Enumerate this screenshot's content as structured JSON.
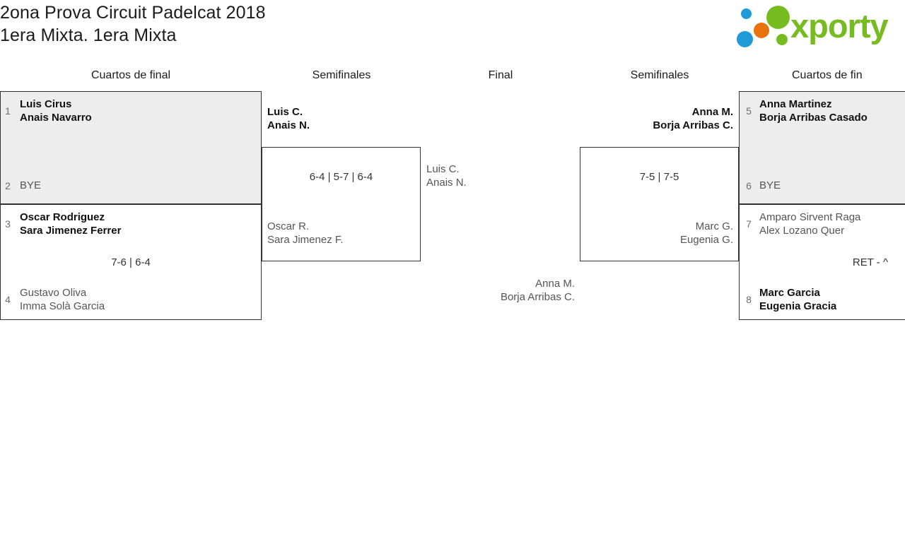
{
  "header": {
    "title_line1": "2ona Prova Circuit Padelcat 2018",
    "title_line2": "1era Mixta. 1era Mixta",
    "logo_text": "xporty",
    "logo_colors": {
      "green": "#76bc21",
      "blue": "#1e9ad6",
      "orange": "#e8720c"
    }
  },
  "rounds": [
    {
      "label": "Cuartos de final"
    },
    {
      "label": "Semifinales"
    },
    {
      "label": "Final"
    },
    {
      "label": "Semifinales"
    },
    {
      "label": "Cuartos de fin"
    }
  ],
  "bracket": {
    "left_quarterfinals": [
      {
        "score": "",
        "top": {
          "seed": "1",
          "player1": "Luis Cirus",
          "player2": "Anais Navarro",
          "result": "winner"
        },
        "bottom": {
          "seed": "2",
          "player1": "BYE",
          "player2": "",
          "result": "bye"
        }
      },
      {
        "score": "7-6 | 6-4",
        "top": {
          "seed": "3",
          "player1": "Oscar Rodriguez",
          "player2": "Sara Jimenez Ferrer",
          "result": "winner"
        },
        "bottom": {
          "seed": "4",
          "player1": "Gustavo Oliva",
          "player2": "Imma Solà Garcia",
          "result": "loser"
        }
      }
    ],
    "left_semifinal": {
      "score": "6-4 | 5-7 | 6-4",
      "top": {
        "player1": "Luis C.",
        "player2": "Anais N.",
        "result": "winner"
      },
      "bottom": {
        "player1": "Oscar R.",
        "player2": "Sara Jimenez F.",
        "result": "loser"
      }
    },
    "final": {
      "score": "",
      "left": {
        "player1": "Luis C.",
        "player2": "Anais N.",
        "result": "loser"
      },
      "right": {
        "player1": "Anna M.",
        "player2": "Borja Arribas C.",
        "result": "loser"
      }
    },
    "right_semifinal": {
      "score": "7-5 | 7-5",
      "top": {
        "player1": "Anna M.",
        "player2": "Borja Arribas C.",
        "result": "winner"
      },
      "bottom": {
        "player1": "Marc G.",
        "player2": "Eugenia G.",
        "result": "loser"
      }
    },
    "right_quarterfinals": [
      {
        "score": "",
        "top": {
          "seed": "5",
          "player1": "Anna Martinez",
          "player2": "Borja Arribas Casado",
          "result": "winner"
        },
        "bottom": {
          "seed": "6",
          "player1": "BYE",
          "player2": "",
          "result": "bye"
        }
      },
      {
        "score": "RET - ^",
        "top": {
          "seed": "7",
          "player1": "Amparo Sirvent Raga",
          "player2": "Alex Lozano Quer",
          "result": "loser"
        },
        "bottom": {
          "seed": "8",
          "player1": "Marc Garcia",
          "player2": "Eugenia Gracia",
          "result": "winner"
        }
      }
    ]
  }
}
